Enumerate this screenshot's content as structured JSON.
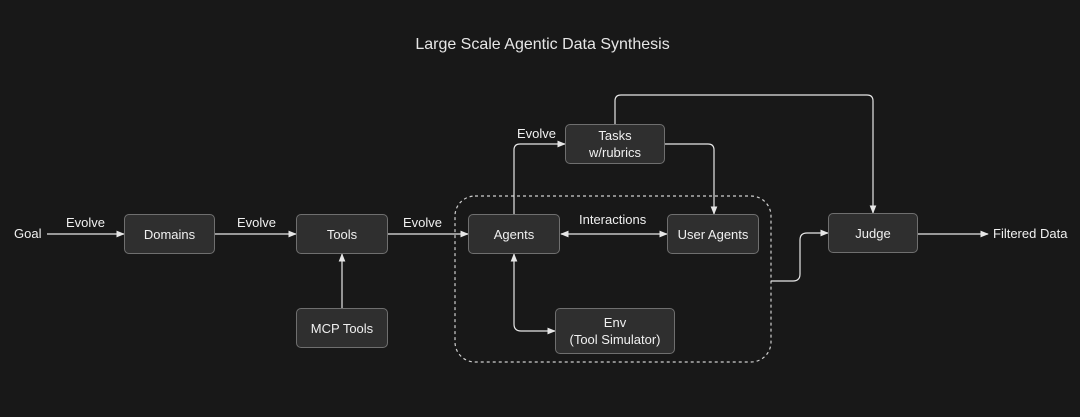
{
  "title": "Large Scale Agentic Data Synthesis",
  "nodes": {
    "domains": "Domains",
    "tools": "Tools",
    "mcp_tools": "MCP Tools",
    "agents": "Agents",
    "user_agents": "User Agents",
    "env": "Env\n(Tool Simulator)",
    "tasks": "Tasks\nw/rubrics",
    "judge": "Judge"
  },
  "labels": {
    "goal": "Goal",
    "filtered_data": "Filtered Data",
    "evolve_goal_domains": "Evolve",
    "evolve_domains_tools": "Evolve",
    "evolve_tools_agents": "Evolve",
    "evolve_agents_tasks": "Evolve",
    "interactions": "Interactions"
  }
}
